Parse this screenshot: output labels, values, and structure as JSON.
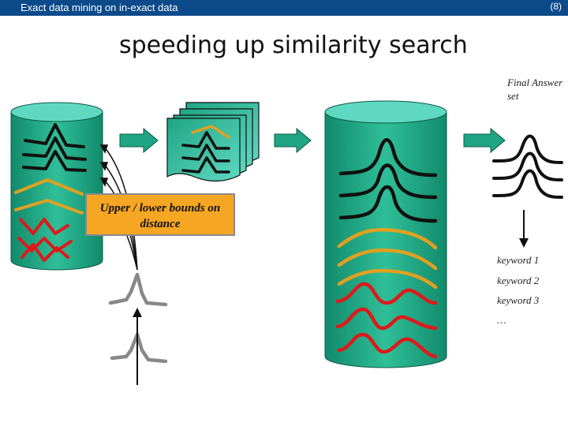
{
  "header": {
    "title": "Exact data mining on in-exact data",
    "page_number": "(8)"
  },
  "slide": {
    "title": "speeding up similarity search",
    "final_answer_label": "Final Answer set",
    "bounds_label": "Upper / lower bounds on distance",
    "keywords": [
      "keyword 1",
      "keyword 2",
      "keyword 3",
      "…"
    ]
  },
  "colors": {
    "header": "#0d4a8a",
    "cylinder_body": "#1fa583",
    "cylinder_top": "#5fd8c2",
    "arrow": "#1fa583",
    "curve_black": "#111111",
    "curve_orange": "#e0a020",
    "curve_red": "#dd1a1a",
    "query_curve": "#888888",
    "bounds_box": "#f5a623"
  }
}
